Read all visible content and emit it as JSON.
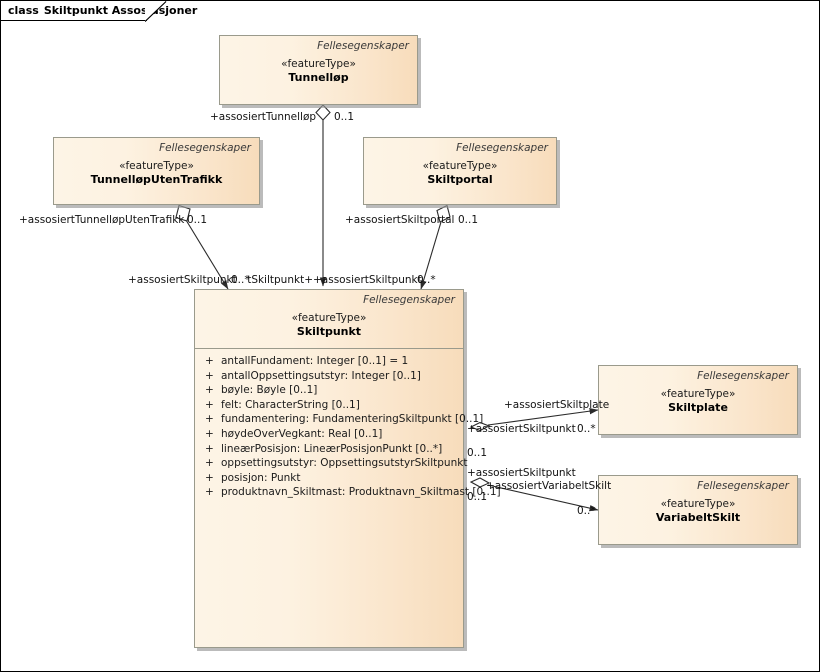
{
  "diagram": {
    "keyword": "class",
    "title": "Skiltpunkt Assosiasjoner",
    "package_label": "Fellesegenskaper",
    "stereotype": "«featureType»"
  },
  "classes": {
    "tunnellop": {
      "package": "Fellesegenskaper",
      "stereotype": "«featureType»",
      "name": "Tunnelløp"
    },
    "tunnellop_uten_trafikk": {
      "package": "Fellesegenskaper",
      "stereotype": "«featureType»",
      "name": "TunnelløpUtenTrafikk"
    },
    "skiltportal": {
      "package": "Fellesegenskaper",
      "stereotype": "«featureType»",
      "name": "Skiltportal"
    },
    "skiltpunkt": {
      "package": "Fellesegenskaper",
      "stereotype": "«featureType»",
      "name": "Skiltpunkt",
      "attributes": [
        {
          "visibility": "+",
          "signature": "antallFundament: Integer [0..1] = 1"
        },
        {
          "visibility": "+",
          "signature": "antallOppsettingsutstyr: Integer [0..1]"
        },
        {
          "visibility": "+",
          "signature": "bøyle: Bøyle [0..1]"
        },
        {
          "visibility": "+",
          "signature": "felt: CharacterString [0..1]"
        },
        {
          "visibility": "+",
          "signature": "fundamentering: FundamenteringSkiltpunkt [0..1]"
        },
        {
          "visibility": "+",
          "signature": "høydeOverVegkant: Real [0..1]"
        },
        {
          "visibility": "+",
          "signature": "lineærPosisjon: LineærPosisjonPunkt [0..*]"
        },
        {
          "visibility": "+",
          "signature": "oppsettingsutstyr: OppsettingsutstyrSkiltpunkt"
        },
        {
          "visibility": "+",
          "signature": "posisjon: Punkt"
        },
        {
          "visibility": "+",
          "signature": "produktnavn_Skiltmast: Produktnavn_Skiltmast [0..1]"
        }
      ]
    },
    "skiltplate": {
      "package": "Fellesegenskaper",
      "stereotype": "«featureType»",
      "name": "Skiltplate"
    },
    "variabelt_skilt": {
      "package": "Fellesegenskaper",
      "stereotype": "«featureType»",
      "name": "VariabeltSkilt"
    }
  },
  "associations": [
    {
      "id": "tunnellop-skiltpunkt",
      "source_role": "+assosiertTunnelløp",
      "source_mult": "0..1",
      "target_role": "+assosiertSkiltpunkt",
      "target_mult": "0..*",
      "aggregation": "shared-diamond"
    },
    {
      "id": "tunnellopUtenTrafikk-skiltpunkt",
      "source_role": "+assosiertTunnelløpUtenTrafikk",
      "source_mult": "0..1",
      "target_role": "+assosiertSkiltpunkt",
      "target_mult": "0..*",
      "aggregation": "shared-diamond"
    },
    {
      "id": "skiltportal-skiltpunkt",
      "source_role": "+assosiertSkiltportal",
      "source_mult": "0..1",
      "target_role": "+assosiertSkiltpunkt",
      "target_mult": "0..*",
      "aggregation": "shared-diamond"
    },
    {
      "id": "skiltpunkt-skiltplate",
      "source_role": "+assosiertSkiltpunkt",
      "source_mult": "0..1",
      "target_role": "+assosiertSkiltplate",
      "target_mult": "0..*",
      "aggregation": "shared-diamond"
    },
    {
      "id": "skiltpunkt-variabeltskilt",
      "source_role": "+assosiertSkiltpunkt",
      "source_mult": "0..1",
      "target_role": "+assosiertVariabeltSkilt",
      "target_mult": "0..*",
      "aggregation": "shared-diamond"
    }
  ],
  "edge_labels": {
    "tunnellop_role": "+assosiertTunnelløp",
    "tunnellop_mult": "0..1",
    "tunnellop_uten_trafikk_role": "+assosiertTunnelløpUtenTrafikk",
    "tunnellop_uten_trafikk_mult": "0..1",
    "skiltportal_role": "+assosiertSkiltportal",
    "skiltportal_mult": "0..1",
    "skiltpunkt_left_role": "+assosiertSkiltpunkt",
    "skiltpunkt_left_mult": "0..*",
    "skiltpunkt_mid_role": "+assosiertSkiltpunkt",
    "skiltpunkt_right_role": "+assosiertSkiltpunkt",
    "skiltpunkt_right_mult": "0..*",
    "skiltplate_role": "+assosiertSkiltplate",
    "skiltplate_mult": "0..*",
    "skiltpunkt_to_plate_role": "+assosiertSkiltpunkt",
    "skiltpunkt_to_plate_mult": "0..1",
    "variabeltskilt_role": "+assosiertVariabeltSkilt",
    "variabeltskilt_mult": "0..*",
    "skiltpunkt_to_vskilt_role": "+assosiertSkiltpunkt",
    "skiltpunkt_to_vskilt_mult": "0..1"
  },
  "colors": {
    "class_fill_light": "#fdf4e6",
    "class_fill_dark": "#f7dcbb",
    "class_border": "#9a9a8c",
    "line": "#2b2b2b",
    "text": "#111111",
    "canvas": "#ffffff"
  }
}
